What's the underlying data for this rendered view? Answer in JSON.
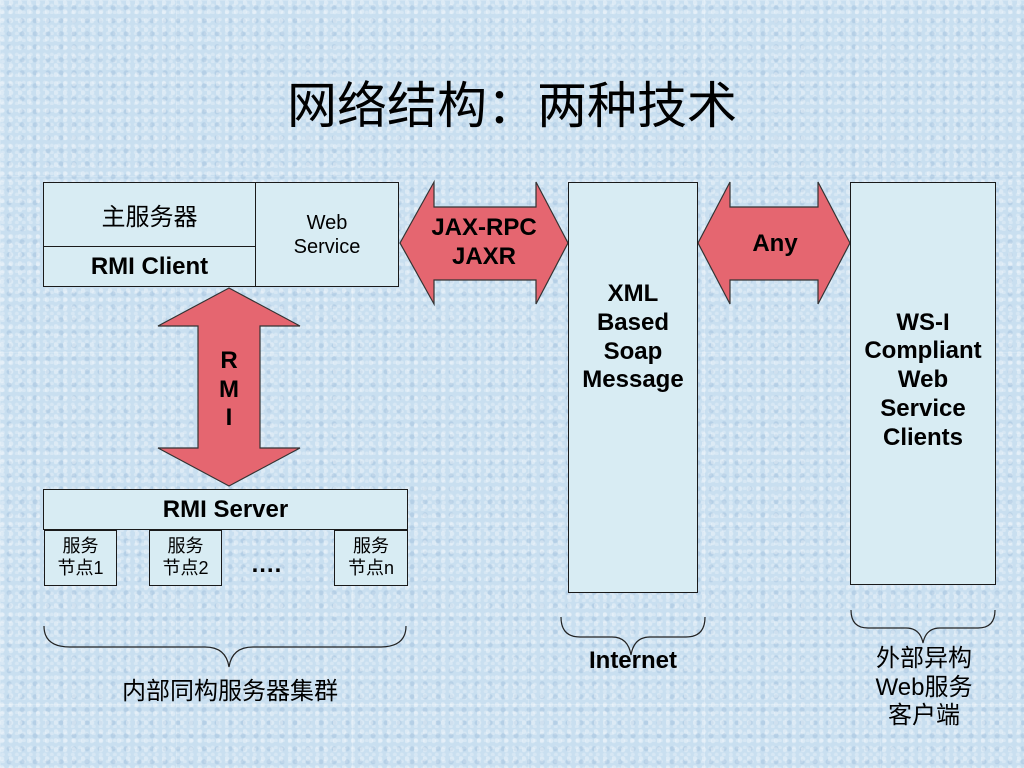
{
  "title": "网络结构：两种技术",
  "main_server": {
    "label": "主服务器",
    "rmi_client": "RMI Client",
    "web_service": "Web\nService"
  },
  "arrows": {
    "jax": "JAX-RPC\nJAXR",
    "any": "Any",
    "rmi": "R\nM\nI"
  },
  "xml_box": "XML\nBased\nSoap\nMessage",
  "wsi_box": "WS-I\nCompliant\nWeb\nService\nClients",
  "rmi_server": {
    "label": "RMI Server",
    "node1": "服务\n节点1",
    "node2": "服务\n节点2",
    "ellipsis": "….",
    "noden": "服务\n节点n"
  },
  "brace_labels": {
    "cluster": "内部同构服务器集群",
    "internet": "Internet",
    "clients": "外部异构\nWeb服务\n客户端"
  },
  "colors": {
    "arrow_fill": "#e56670",
    "box_fill": "#d8ecf3"
  }
}
